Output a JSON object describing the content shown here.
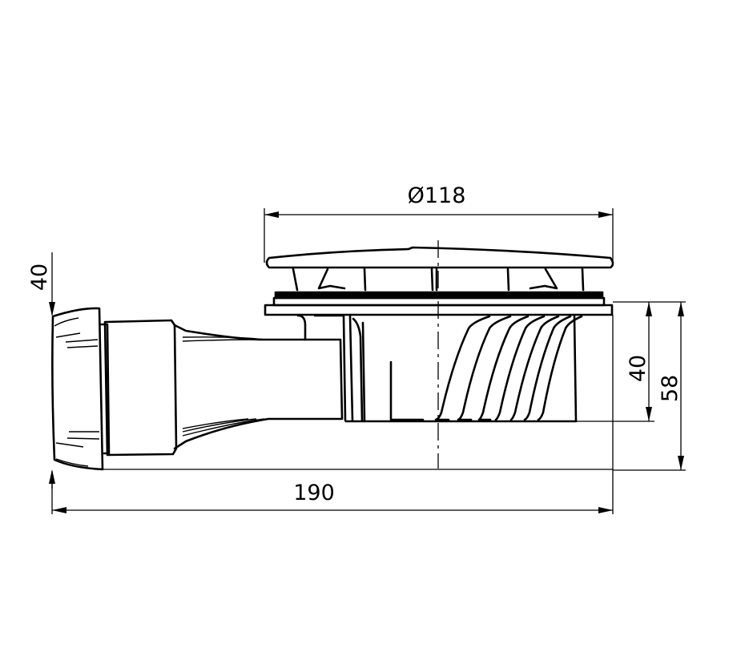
{
  "drawing": {
    "subject": "shower tray drain trap side view",
    "stroke_color": "#000000",
    "background": "#ffffff"
  },
  "dimensions": {
    "cover_diameter": "Ø118",
    "overall_length": "190",
    "outlet_diameter": "40",
    "body_height": "40",
    "total_height": "58"
  }
}
